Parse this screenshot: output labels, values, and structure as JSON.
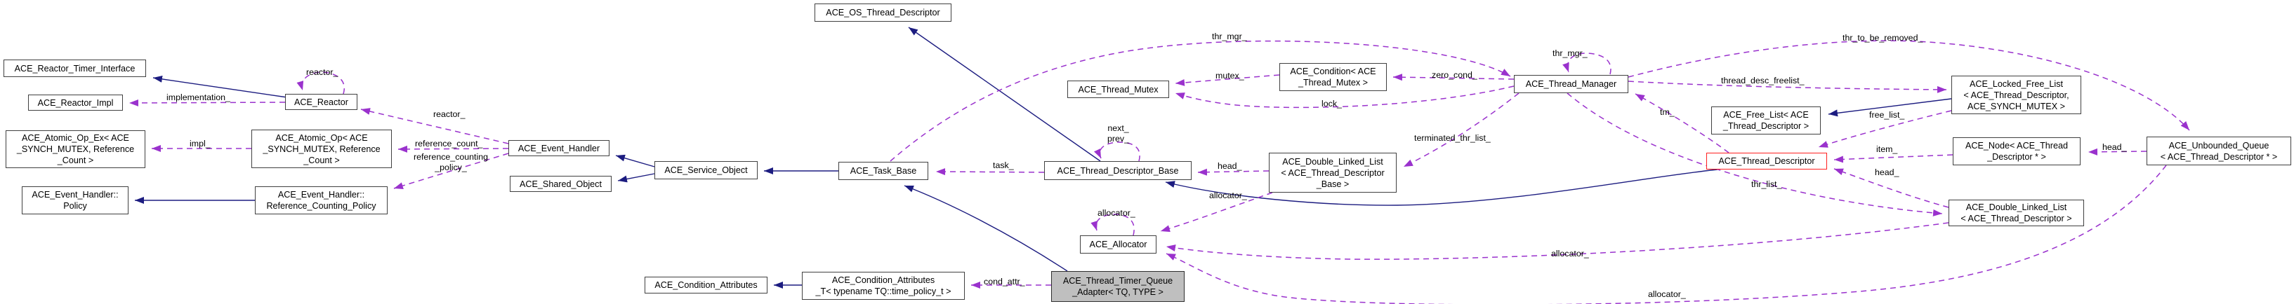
{
  "colors": {
    "canvas_bg": "#ffffff",
    "node_bg": "#ffffff",
    "node_border": "#404040",
    "text": "#000000",
    "inheritance_edge": "#1c1c80",
    "usage_edge": "#9a32cd",
    "highlight_node_bg": "#bfbfbf",
    "truncated_node_border": "#ff2020"
  },
  "nodes": {
    "reactor_timer_interface": {
      "label": "ACE_Reactor_Timer_Interface"
    },
    "reactor_impl": {
      "label": "ACE_Reactor_Impl"
    },
    "atomic_op_ex": {
      "label": "ACE_Atomic_Op_Ex< ACE\n_SYNCH_MUTEX, Reference\n_Count >"
    },
    "eh_policy": {
      "label": "ACE_Event_Handler::\nPolicy"
    },
    "reactor": {
      "label": "ACE_Reactor"
    },
    "atomic_op": {
      "label": "ACE_Atomic_Op< ACE\n_SYNCH_MUTEX, Reference\n_Count >"
    },
    "eh_ref_counting_policy": {
      "label": "ACE_Event_Handler::\nReference_Counting_Policy"
    },
    "event_handler": {
      "label": "ACE_Event_Handler"
    },
    "shared_object": {
      "label": "ACE_Shared_Object"
    },
    "service_object": {
      "label": "ACE_Service_Object"
    },
    "condition_attributes": {
      "label": "ACE_Condition_Attributes"
    },
    "os_thread_descriptor": {
      "label": "ACE_OS_Thread_Descriptor"
    },
    "task_base": {
      "label": "ACE_Task_Base"
    },
    "condition_attributes_t": {
      "label": "ACE_Condition_Attributes\n_T< typename TQ::time_policy_t >"
    },
    "thread_mutex": {
      "label": "ACE_Thread_Mutex"
    },
    "thread_descriptor_base": {
      "label": "ACE_Thread_Descriptor_Base"
    },
    "allocator": {
      "label": "ACE_Allocator"
    },
    "adapter": {
      "label": "ACE_Thread_Timer_Queue\n_Adapter< TQ, TYPE >"
    },
    "condition_thread_mutex": {
      "label": "ACE_Condition< ACE\n_Thread_Mutex >"
    },
    "dll_thread_descriptor_base": {
      "label": "ACE_Double_Linked_List\n< ACE_Thread_Descriptor\n_Base >"
    },
    "thread_manager": {
      "label": "ACE_Thread_Manager"
    },
    "free_list": {
      "label": "ACE_Free_List< ACE\n_Thread_Descriptor >"
    },
    "thread_descriptor": {
      "label": "ACE_Thread_Descriptor"
    },
    "locked_free_list": {
      "label": "ACE_Locked_Free_List\n< ACE_Thread_Descriptor,\nACE_SYNCH_MUTEX >"
    },
    "node_thread_descriptor": {
      "label": "ACE_Node< ACE_Thread\n_Descriptor * >"
    },
    "dll_thread_descriptor": {
      "label": "ACE_Double_Linked_List\n< ACE_Thread_Descriptor >"
    },
    "unbounded_queue": {
      "label": "ACE_Unbounded_Queue\n< ACE_Thread_Descriptor * >"
    }
  },
  "edge_labels": {
    "implementation": "implementation_",
    "reactor_self": "reactor_",
    "impl": "impl_",
    "reactor_from_eh": "reactor_",
    "reference_count": "reference_count_",
    "reference_counting_policy": "reference_counting\n_policy_",
    "task": "task_",
    "thr_mgr_arc": "thr_mgr_",
    "next_prev": "next_\nprev_",
    "head_dllb": "head_",
    "mutex": "mutex_",
    "lock": "lock_",
    "zero_cond": "zero_cond_",
    "thr_mgr_self": "thr_mgr_",
    "terminated_thr_list": "terminated_thr_list_",
    "thread_desc_freelist": "thread_desc_freelist_",
    "thr_to_be_removed": "thr_to_be_removed_",
    "tm": "tm_",
    "free_list_member": "free_list_",
    "item": "item_",
    "head_uq": "head_",
    "head_dll": "head_",
    "thr_list": "thr_list_",
    "allocator_dllb": "allocator_",
    "allocator_self": "allocator_",
    "allocator_dll": "allocator_",
    "allocator_uq": "allocator_",
    "cond_attr": "cond_attr_"
  }
}
